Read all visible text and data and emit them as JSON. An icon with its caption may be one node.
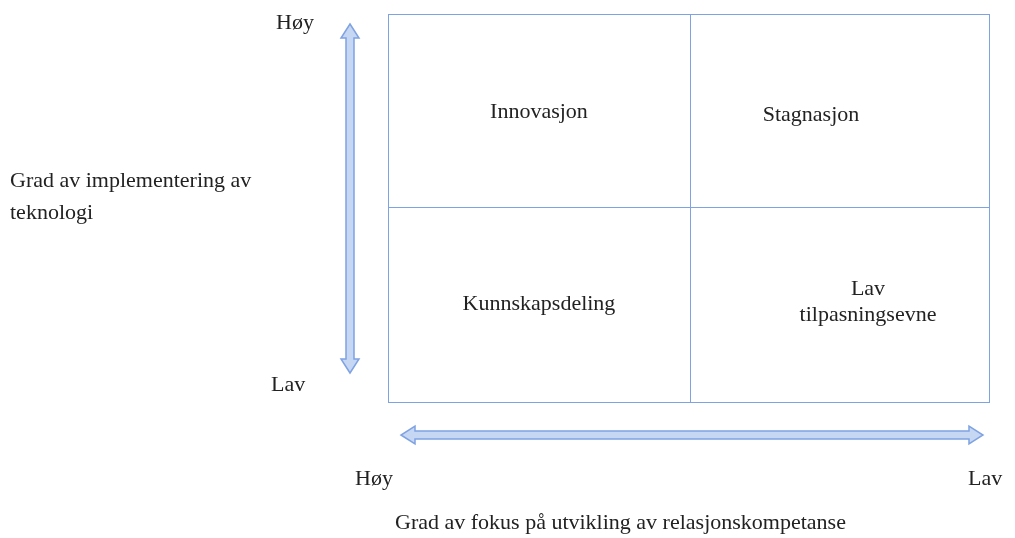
{
  "diagram": {
    "nodes": [
      {
        "text": [
          "Innovasjon"
        ]
      },
      {
        "text": [
          "Stagnasjon"
        ]
      },
      {
        "text": [
          "Kunnskapsdeling"
        ]
      },
      {
        "text": [
          "Lav tilpasningsevne"
        ]
      }
    ],
    "labels": [
      "Høy",
      "Grad av implementering av teknologi",
      "Lav",
      "Høy",
      "Lav",
      "Grad av fokus på utvikling av relasjonskompetanse"
    ]
  }
}
